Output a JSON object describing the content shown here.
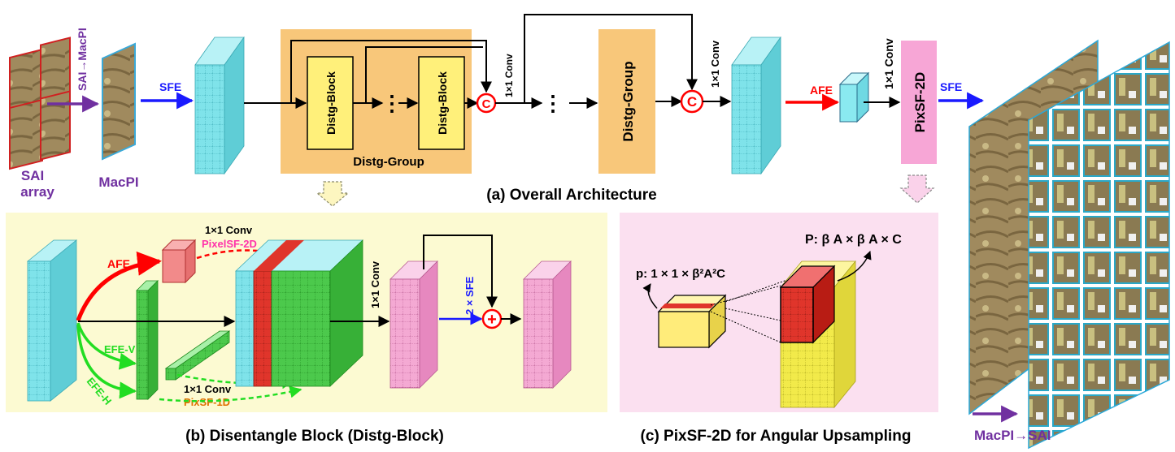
{
  "labels": {
    "sai_array_line1": "SAI",
    "sai_array_line2": "array",
    "sai_to_macpi": "SAI→MacPI",
    "macpi": "MacPI",
    "sfe": "SFE",
    "distg_block": "Distg-Block",
    "distg_group": "Distg-Group",
    "conv_1x1": "1×1 Conv",
    "afe": "AFE",
    "pixsf_2d": "PixSF-2D",
    "sfe_out": "SFE",
    "macpi_to_sai": "MacPI→SAI",
    "concat_symbol": "C",
    "ellipsis": "⋮",
    "b_afe": "AFE",
    "b_efe_v": "EFE-V",
    "b_efe_h": "EFE-H",
    "b_conv_top": "1×1 Conv",
    "b_pixelsf_2d": "PixelSF-2D",
    "b_conv_mid": "1×1 Conv",
    "b_conv_bottom": "1×1 Conv",
    "b_pixsf_1d": "PixSF-1D",
    "b_2xsfe": "2 × SFE",
    "b_plus": "+",
    "c_p_label": "p:  1 × 1 × β²A²C",
    "c_P_label": "P:  β A × β A × C"
  },
  "captions": {
    "a": "(a) Overall Architecture",
    "b": "(b) Disentangle Block (Distg-Block)",
    "c": "(c) PixSF-2D for Angular Upsampling"
  },
  "colors": {
    "feature_cyan": "#7fe3ea",
    "feature_pink": "#f4a9d3",
    "feature_green": "#5bd35b",
    "feature_yellow": "#f2ea4a",
    "feature_red": "#e8382c",
    "group_orange": "#f8c77a",
    "block_yellow": "#fff07a",
    "pixsf_pink": "#f7a6d6",
    "panel_b_bg": "#fcfad2",
    "panel_c_bg": "#fbe0f0",
    "arrow_purple": "#7030a0",
    "arrow_blue": "#1a1aff",
    "arrow_red": "#ff0000",
    "arrow_green": "#22dd22",
    "label_purple": "#7030a0",
    "label_pink": "#ff33aa",
    "label_orange": "#e07000"
  }
}
